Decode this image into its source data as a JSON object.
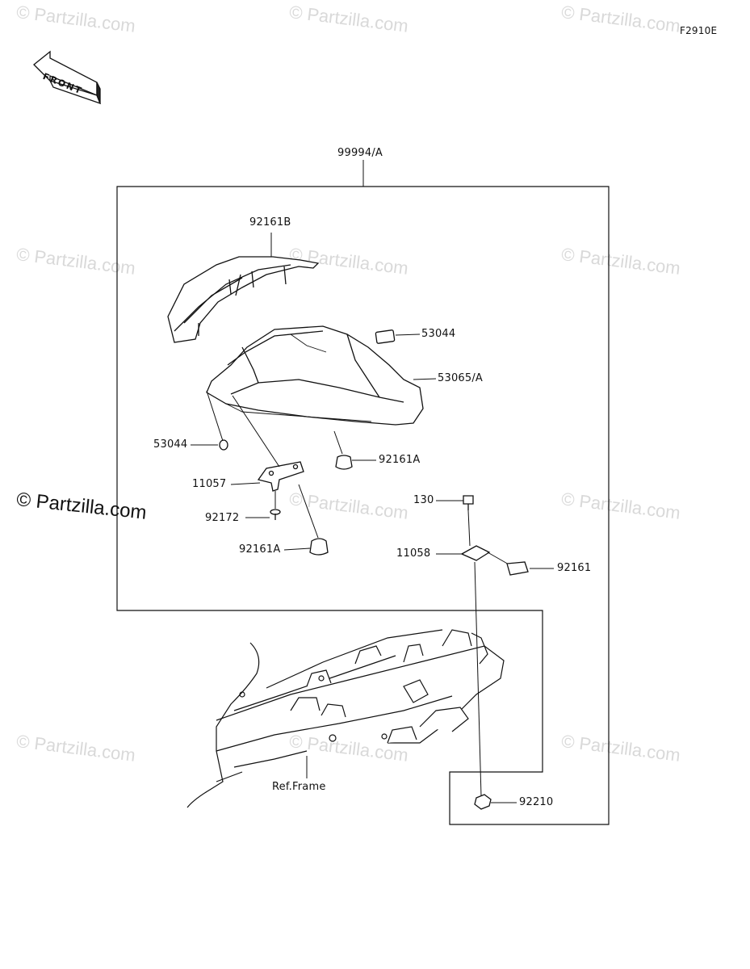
{
  "figure_code": "F2910E",
  "front_label": "FRONT",
  "watermark": "© Partzilla.com",
  "assembly_label": "99994/A",
  "frame_label": "Ref.Frame",
  "parts": {
    "p92161B": "92161B",
    "p53044_top": "53044",
    "p53065A": "53065/A",
    "p53044_left": "53044",
    "p92161A_right": "92161A",
    "p11057": "11057",
    "p130": "130",
    "p92172": "92172",
    "p11058": "11058",
    "p92161": "92161",
    "p92161A_bottom": "92161A",
    "p92210": "92210"
  }
}
